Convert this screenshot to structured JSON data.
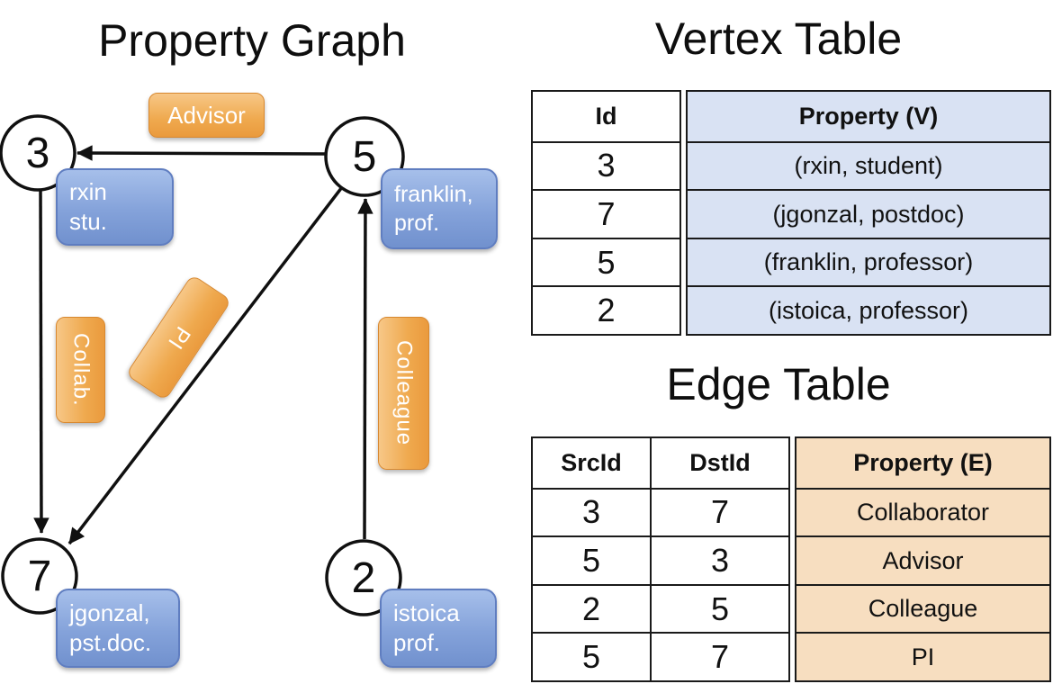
{
  "graph": {
    "title": "Property Graph",
    "nodes": [
      {
        "id": "3",
        "label_line1": "rxin",
        "label_line2": "stu."
      },
      {
        "id": "5",
        "label_line1": "franklin,",
        "label_line2": "prof."
      },
      {
        "id": "7",
        "label_line1": "jgonzal,",
        "label_line2": "pst.doc."
      },
      {
        "id": "2",
        "label_line1": "istoica",
        "label_line2": "prof."
      }
    ],
    "edge_labels": {
      "advisor": "Advisor",
      "collab": "Collab.",
      "pi": "PI",
      "colleague": "Colleague"
    }
  },
  "vertex_table": {
    "title": "Vertex Table",
    "headers": {
      "id": "Id",
      "property": "Property (V)"
    },
    "rows": [
      {
        "id": "3",
        "property": "(rxin, student)"
      },
      {
        "id": "7",
        "property": "(jgonzal, postdoc)"
      },
      {
        "id": "5",
        "property": "(franklin, professor)"
      },
      {
        "id": "2",
        "property": "(istoica, professor)"
      }
    ]
  },
  "edge_table": {
    "title": "Edge Table",
    "headers": {
      "src": "SrcId",
      "dst": "DstId",
      "property": "Property (E)"
    },
    "rows": [
      {
        "src": "3",
        "dst": "7",
        "property": "Collaborator"
      },
      {
        "src": "5",
        "dst": "3",
        "property": "Advisor"
      },
      {
        "src": "2",
        "dst": "5",
        "property": "Colleague"
      },
      {
        "src": "5",
        "dst": "7",
        "property": "PI"
      }
    ]
  },
  "colors": {
    "edge_label_fill_top": "#f7c787",
    "edge_label_fill_bottom": "#ea9a3d",
    "edge_label_border": "#d8882f",
    "vertex_label_fill_top": "#a6bfea",
    "vertex_label_fill_bottom": "#7191ce",
    "vertex_label_border": "#5f7dc0",
    "vertex_table_fill": "#d9e2f3",
    "edge_table_fill": "#f7dec0",
    "table_border": "#1a1a1a",
    "line_color": "#101010"
  }
}
